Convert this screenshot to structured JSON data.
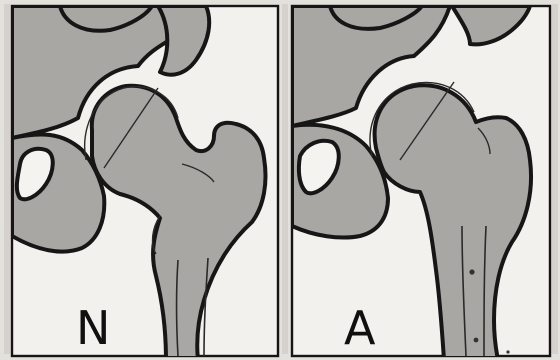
{
  "panels": [
    {
      "id": "normal",
      "label": "N"
    },
    {
      "id": "abnormal",
      "label": "A"
    }
  ]
}
